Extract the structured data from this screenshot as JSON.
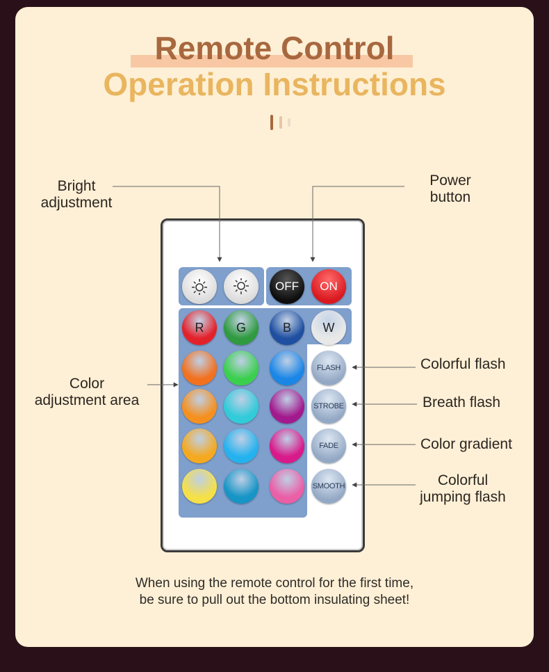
{
  "title": {
    "line1": "Remote Control",
    "line2": "Operation Instructions"
  },
  "labels": {
    "bright": [
      "Bright",
      "adjustment"
    ],
    "power": [
      "Power",
      "button"
    ],
    "color_area": [
      "Color",
      "adjustment area"
    ],
    "colorful_flash": "Colorful flash",
    "breath_flash": "Breath flash",
    "color_gradient": "Color gradient",
    "jumping": [
      "Colorful",
      "jumping flash"
    ]
  },
  "remote": {
    "off_label": "OFF",
    "on_label": "ON",
    "rgbw": [
      "R",
      "G",
      "B",
      "W"
    ],
    "functions": [
      "FLASH",
      "STROBE",
      "FADE",
      "SMOOTH"
    ]
  },
  "colors": {
    "title_brown": "#a8683f",
    "title_gold": "#e9b55f",
    "panel": "#7f9fcc",
    "rgbw_buttons": [
      "#e3212a",
      "#2f9a3f",
      "#1f4fa0",
      "#e8e8e8"
    ],
    "color_grid": [
      [
        "#f2711f",
        "#3bcf4e",
        "#1a86e6"
      ],
      [
        "#f5901f",
        "#31cbd9",
        "#a21a8d"
      ],
      [
        "#f5a91f",
        "#24b2ee",
        "#d81a8a"
      ],
      [
        "#f5e048",
        "#1695c6",
        "#ea5fa6"
      ]
    ]
  },
  "note": [
    "When using the remote control for the first time,",
    "be sure to pull out the bottom insulating sheet!"
  ]
}
